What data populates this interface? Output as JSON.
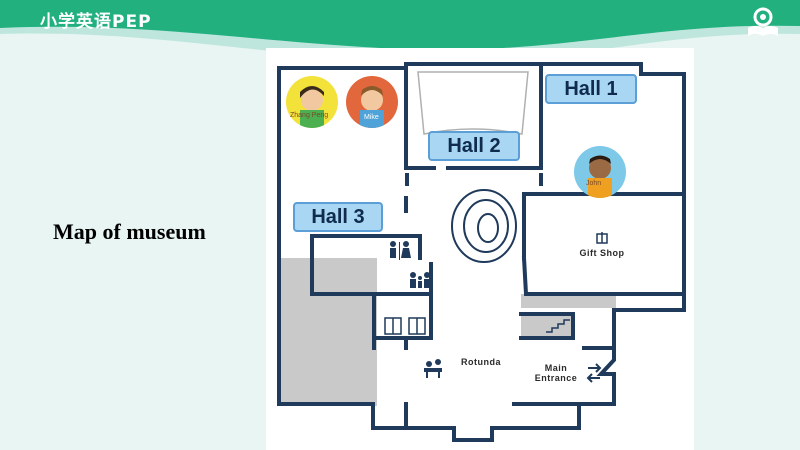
{
  "header": {
    "title": "小学英语PEP"
  },
  "slide": {
    "title": "Map of museum"
  },
  "map": {
    "halls": [
      "Hall 1",
      "Hall 2",
      "Hall 3"
    ],
    "gift_shop": "Gift Shop",
    "rotunda": "Rotunda",
    "main_entrance_line1": "Main",
    "main_entrance_line2": "Entrance",
    "characters": [
      "Zhang Peng",
      "Mike",
      "John"
    ]
  }
}
